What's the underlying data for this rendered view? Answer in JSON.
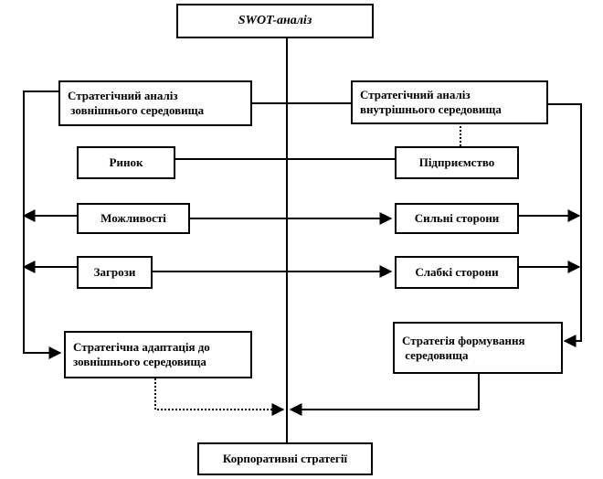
{
  "title": "SWOT-аналіз",
  "external_analysis": "Стратегічний аналіз\n зовнішнього середовища",
  "internal_analysis": "Стратегічний аналіз\nвнутрішнього середовища",
  "market": "Ринок",
  "enterprise": "Підприємство",
  "opportunities": "Можливості",
  "strengths": "Сильні сторони",
  "threats": "Загрози",
  "weaknesses": "Слабкі сторони",
  "adaptation_strategy": "Стратегічна адаптація до\nзовнішнього середовища",
  "environment_strategy": "Стратегія формування\n середовища",
  "corporate_strategies": "Корпоративні стратегії"
}
